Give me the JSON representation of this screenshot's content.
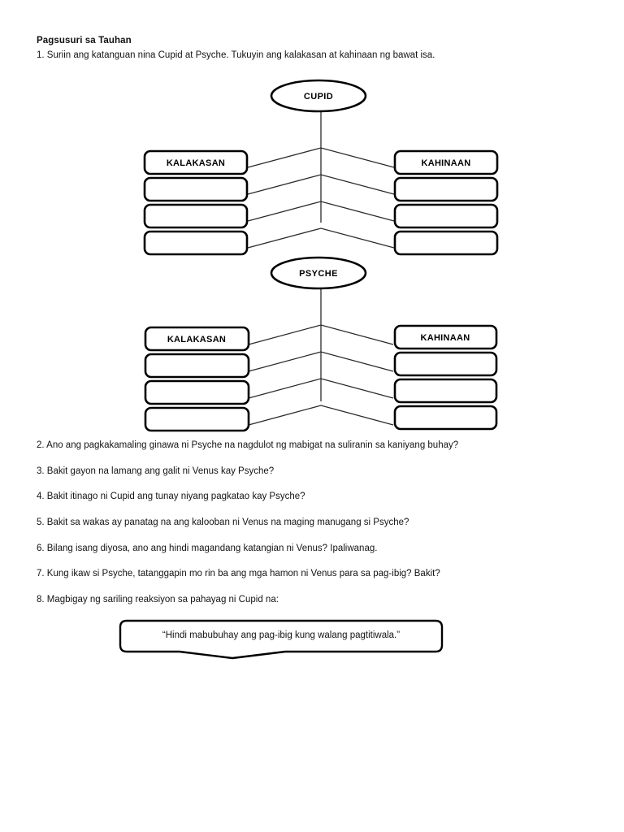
{
  "document": {
    "title": "Pagsusuri sa Tauhan",
    "instruction": "1. Suriin ang katanguan nina Cupid at Psyche. Tukuyin ang kalakasan at kahinaan ng bawat isa."
  },
  "diagrams": [
    {
      "id": "cupid",
      "center_label": "CUPID",
      "left_column": {
        "header": "KALAKASAN",
        "blank_rows": 3
      },
      "right_column": {
        "header": "KAHINAAN",
        "blank_rows": 3
      }
    },
    {
      "id": "psyche",
      "center_label": "PSYCHE",
      "left_column": {
        "header": "KALAKASAN",
        "blank_rows": 3
      },
      "right_column": {
        "header": "KAHINAAN",
        "blank_rows": 3
      }
    }
  ],
  "questions": [
    "2. Ano ang pagkakamaling ginawa ni Psyche na nagdulot ng mabigat na suliranin sa kaniyang buhay?",
    "3. Bakit gayon na lamang ang galit ni Venus kay Psyche?",
    "4. Bakit itinago ni Cupid ang tunay niyang pagkatao kay Psyche?",
    "5. Bakit sa wakas ay panatag na ang kalooban ni Venus na maging manugang si Psyche?",
    "6. Bilang isang diyosa, ano ang hindi magandang katangian ni Venus? Ipaliwanag.",
    "7. Kung ikaw si Psyche, tatanggapin mo rin ba ang mga hamon ni Venus para sa pag-ibig? Bakit?",
    "8. Magbigay ng sariling reaksiyon sa pahayag ni Cupid na:"
  ],
  "quote": {
    "text": "“Hindi mabubuhay ang pag-ibig kung walang pagtitiwala.”"
  },
  "colors": {
    "ink": "#141414",
    "stroke": "#000000",
    "connector": "#2b2b2b",
    "paper": "#ffffff"
  }
}
